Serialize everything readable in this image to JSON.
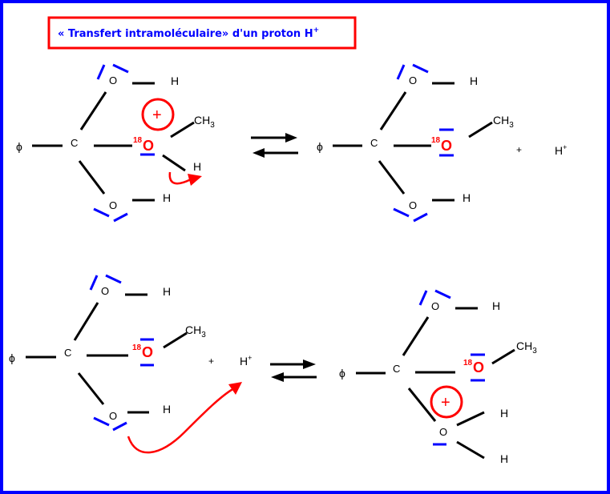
{
  "title": {
    "text": "« Transfert intramoléculaire» d'un proton H",
    "sup": "+"
  },
  "labels": {
    "phi": "ϕ",
    "C": "C",
    "O": "O",
    "H": "H",
    "CH": "CH",
    "sub3": "3",
    "iso": "18",
    "plus": "+",
    "Hplus": "H",
    "charge": "+"
  },
  "colors": {
    "border": "#0000ff",
    "accent": "#ff0000",
    "lone_pair": "#0000ff"
  }
}
